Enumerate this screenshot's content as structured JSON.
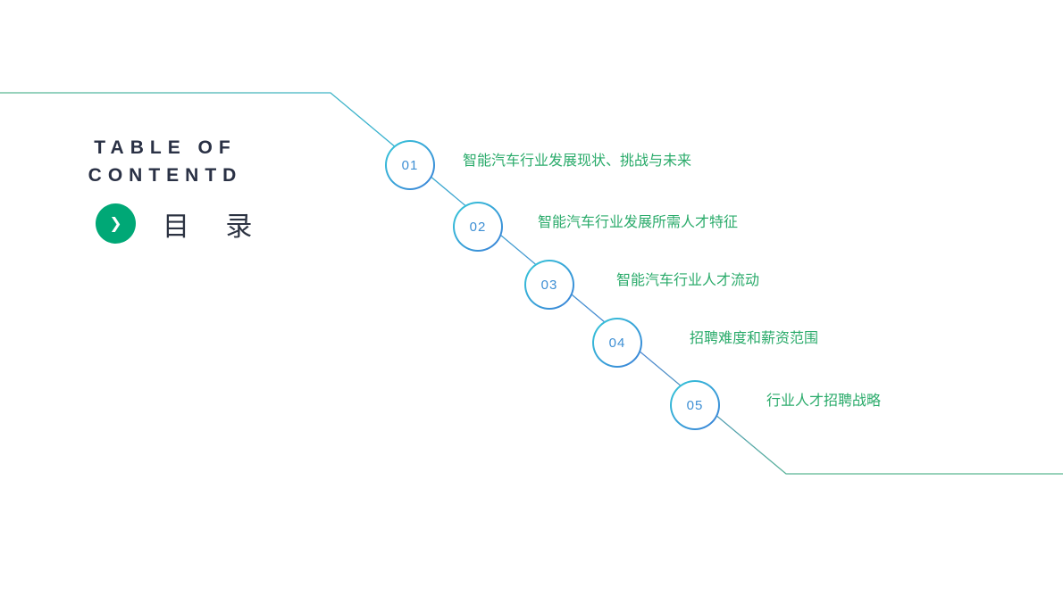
{
  "title": {
    "line1": "TABLE OF",
    "line2": "CONTENTD",
    "cn": "目 录"
  },
  "icons": {
    "chevron_glyph": "❯"
  },
  "toc": {
    "items": [
      {
        "num": "01",
        "label": "智能汽车行业发展现状、挑战与未来"
      },
      {
        "num": "02",
        "label": "智能汽车行业发展所需人才特征"
      },
      {
        "num": "03",
        "label": "智能汽车行业人才流动"
      },
      {
        "num": "04",
        "label": "招聘难度和薪资范围"
      },
      {
        "num": "05",
        "label": "行业人才招聘战略"
      }
    ]
  },
  "colors": {
    "accent_green": "#00A876",
    "label_green": "#2BAB6B",
    "number_blue": "#3E8FD4",
    "line_green": "#5AB890",
    "title_dark": "#2A3145"
  }
}
